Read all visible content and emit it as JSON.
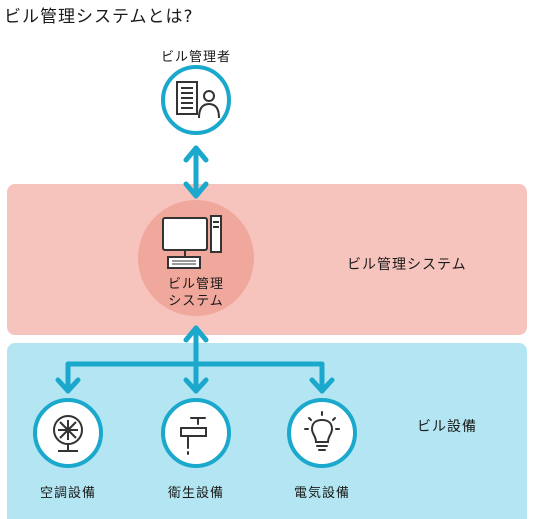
{
  "title": "ビル管理システムとは?",
  "manager": {
    "label": "ビル管理者",
    "icon": "building-manager-icon"
  },
  "system": {
    "panel_label": "ビル管理システム",
    "circle_line1": "ビル管理",
    "circle_line2": "システム",
    "icon": "computer-icon"
  },
  "equipment": {
    "panel_label": "ビル設備",
    "items": [
      {
        "label": "空調設備",
        "icon": "fan-icon"
      },
      {
        "label": "衛生設備",
        "icon": "faucet-icon"
      },
      {
        "label": "電気設備",
        "icon": "light-bulb-icon"
      }
    ]
  },
  "colors": {
    "accent": "#1aa8cc",
    "system_panel": "#f6c4bd",
    "system_circle": "#f0a79c",
    "equipment_panel": "#b3e6f2"
  }
}
